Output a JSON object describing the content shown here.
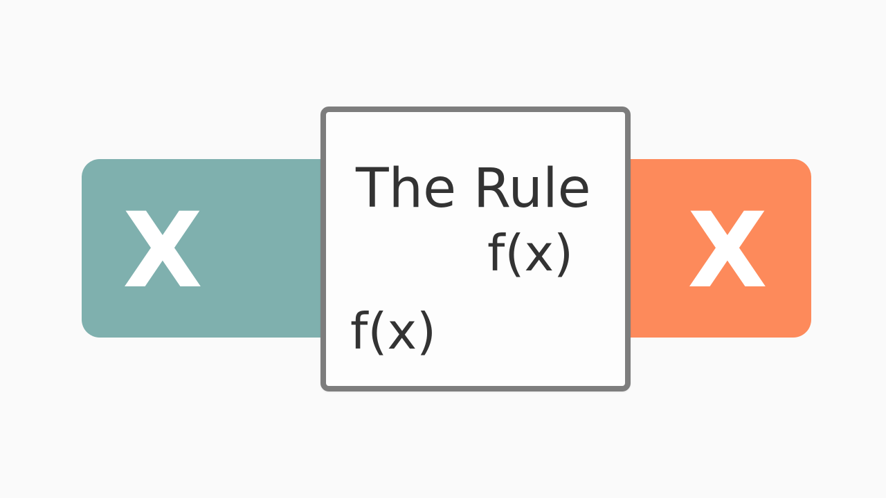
{
  "diagram": {
    "input": {
      "label": "X",
      "color": "#7fb0ae"
    },
    "rule": {
      "title": "The Rule",
      "expressions": [
        "f(x)",
        "f(x)"
      ],
      "border_color": "#7d7d7d"
    },
    "output": {
      "label": "X",
      "color": "#fd8a5b"
    }
  }
}
